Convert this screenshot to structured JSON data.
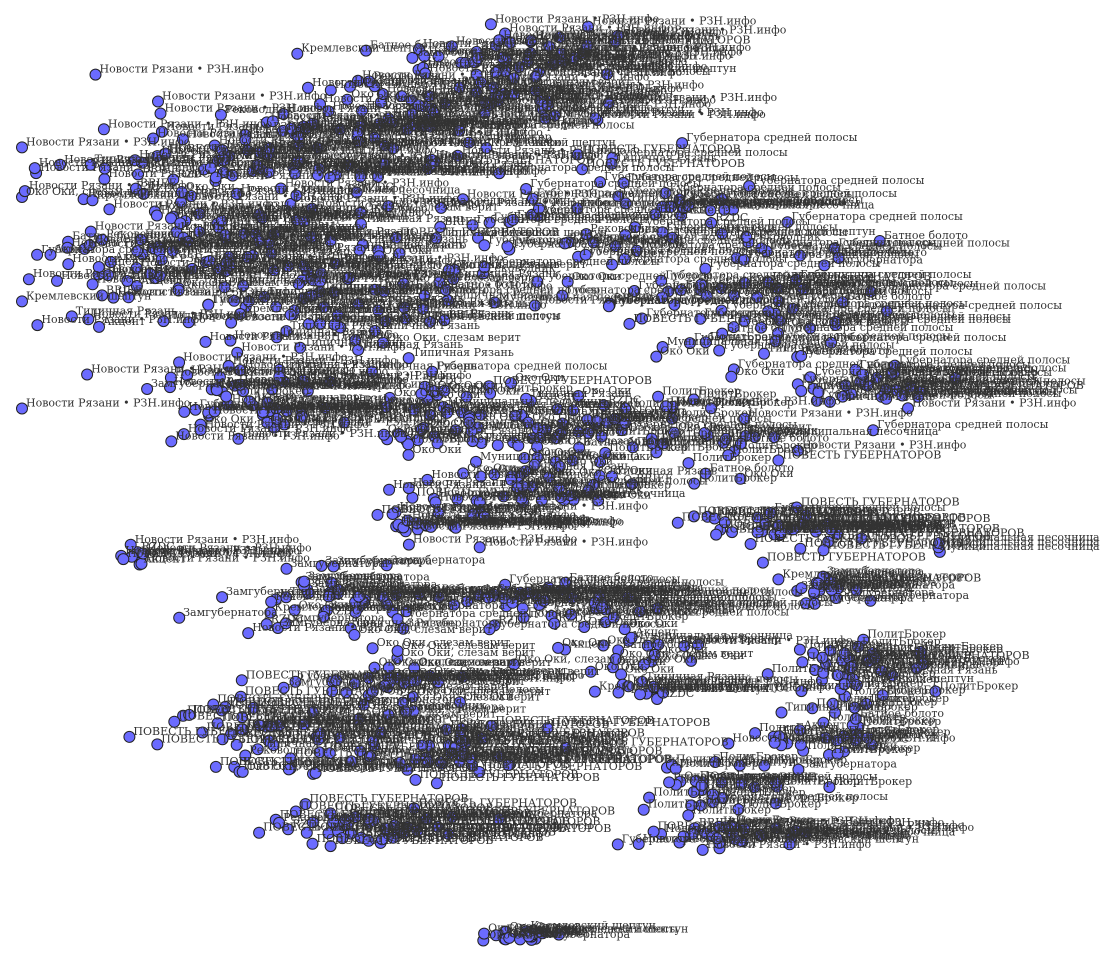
{
  "graph": {
    "node_color": "#6b6bff",
    "node_stroke": "#222222",
    "label_color": "#333333",
    "channels": [
      "Новости Рязани • РЗН.инфо",
      "Типичная Рязань",
      "Око Оки",
      "Око Оки, слезам верит",
      "Губернатора средней полосы",
      "Замгубернатора",
      "ПолитБрокер",
      "Кремлевский шептун",
      "Муниципальная песочница",
      "ПОВЕСТЬ ГУБЕРНАТОРОВ",
      "Реководник",
      "Акцент",
      "BRIEF",
      "Батное болото",
      "RZDC"
    ]
  }
}
